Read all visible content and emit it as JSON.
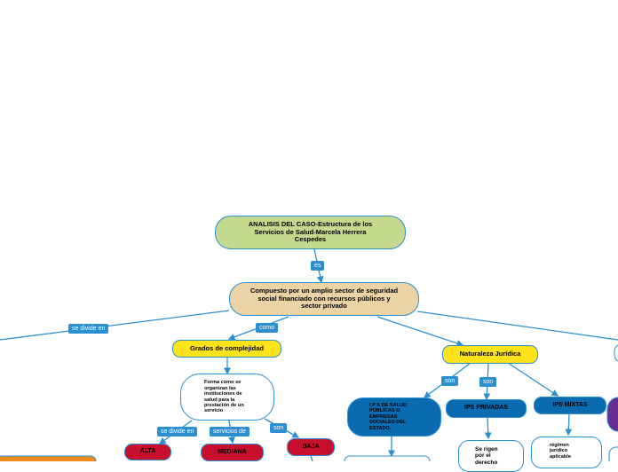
{
  "nodes": {
    "root": "ANALISIS DEL CASO-Estructura de los Servicios de Salud-Marcela Herrera Cespedes",
    "compuesto": "Compuesto por un amplio sector de seguridad social financiado con recursos públicos y  sector privado",
    "grados": "Grados de complejidad",
    "naturaleza": "Naturaleza Jurídica",
    "forma": "Forma como se organizan las instituciones de salud para la prestación de un servicio",
    "alta": "ALTA",
    "mediana": "MEDIANA",
    "baja": "BAJA",
    "ips_publicas": "I P S DE SALUD PÚBLICAS O EMPRESAS SOCIALES DEL ESTADO.",
    "ips_privadas": "IPS PRIVADAS",
    "ips_mixtas": "IPS MIXTAS",
    "se_rigen": "Se rigen por el derecho",
    "regimen": "régimen jurídico aplicable"
  },
  "labels": {
    "es": "es",
    "como": "como",
    "se_divide_en_left": "se divide en",
    "son_naturaleza": "son",
    "son_privadas": "son",
    "se_divide_en_grados": "se divide en",
    "servicios_de": "servicios de",
    "son_baja": "son"
  },
  "colors": {
    "connector": "#2b8fd0",
    "root_fill": "#c5d98e",
    "compuesto_fill": "#ebd3a5",
    "yellow_fill": "#ffe31a",
    "red_fill": "#c8102e",
    "dark_blue_fill": "#0a6bb0",
    "orange_fill": "#f08c1e",
    "purple_fill": "#6a2c91"
  }
}
